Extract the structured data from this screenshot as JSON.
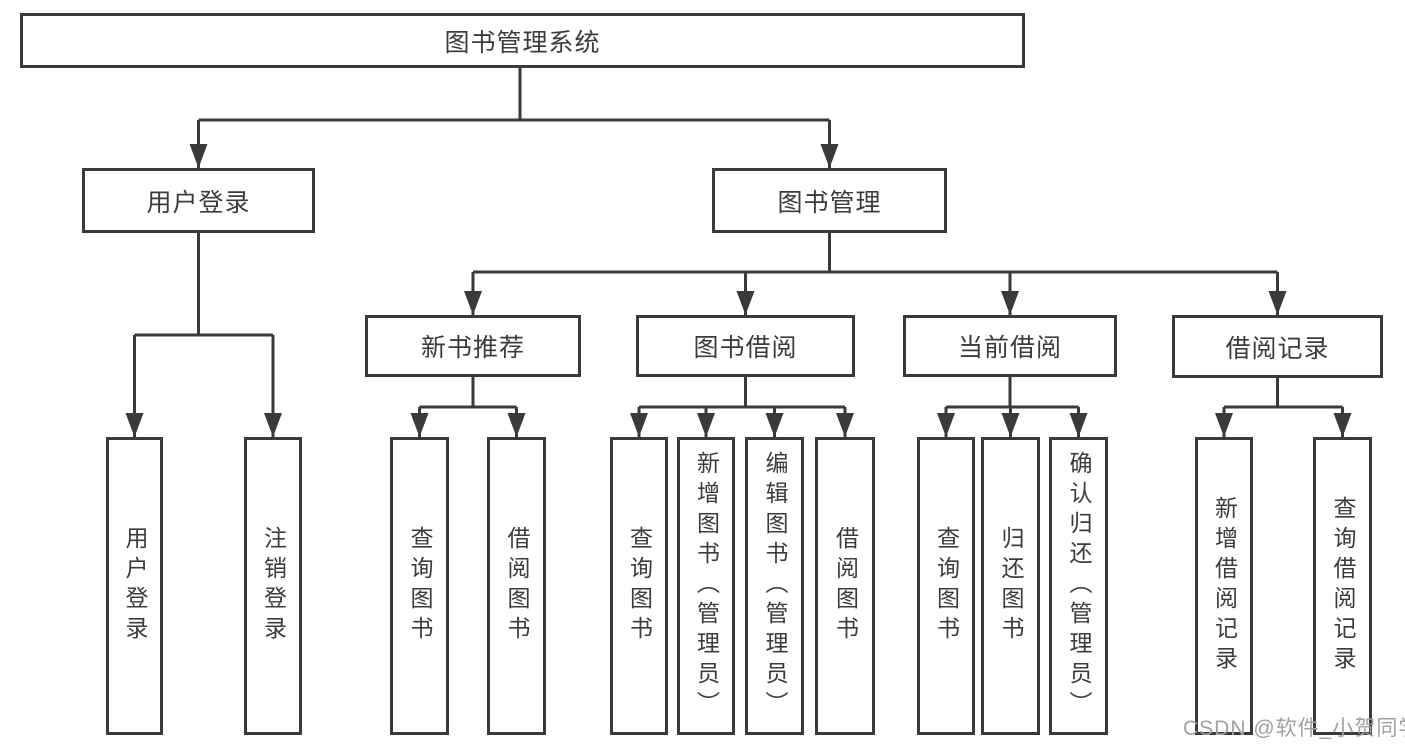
{
  "tree": {
    "label": "图书管理系统",
    "children": [
      {
        "label": "用户登录",
        "children": [
          {
            "label": "用户登录"
          },
          {
            "label": "注销登录"
          }
        ]
      },
      {
        "label": "图书管理",
        "children": [
          {
            "label": "新书推荐",
            "children": [
              {
                "label": "查询图书"
              },
              {
                "label": "借阅图书"
              }
            ]
          },
          {
            "label": "图书借阅",
            "children": [
              {
                "label": "查询图书"
              },
              {
                "label": "新增图书（管理员）"
              },
              {
                "label": "编辑图书（管理员）"
              },
              {
                "label": "借阅图书"
              }
            ]
          },
          {
            "label": "当前借阅",
            "children": [
              {
                "label": "查询图书"
              },
              {
                "label": "归还图书"
              },
              {
                "label": "确认归还（管理员）"
              }
            ]
          },
          {
            "label": "借阅记录",
            "children": [
              {
                "label": "新增借阅记录"
              },
              {
                "label": "查询借阅记录"
              }
            ]
          }
        ]
      }
    ]
  },
  "watermark": {
    "text": "CSDN @软件_小贺同学"
  },
  "colors": {
    "line": "#3a3a3a",
    "text": "#3c3c3c",
    "watermark": "#a3a0a0",
    "background": "#ffffff"
  }
}
